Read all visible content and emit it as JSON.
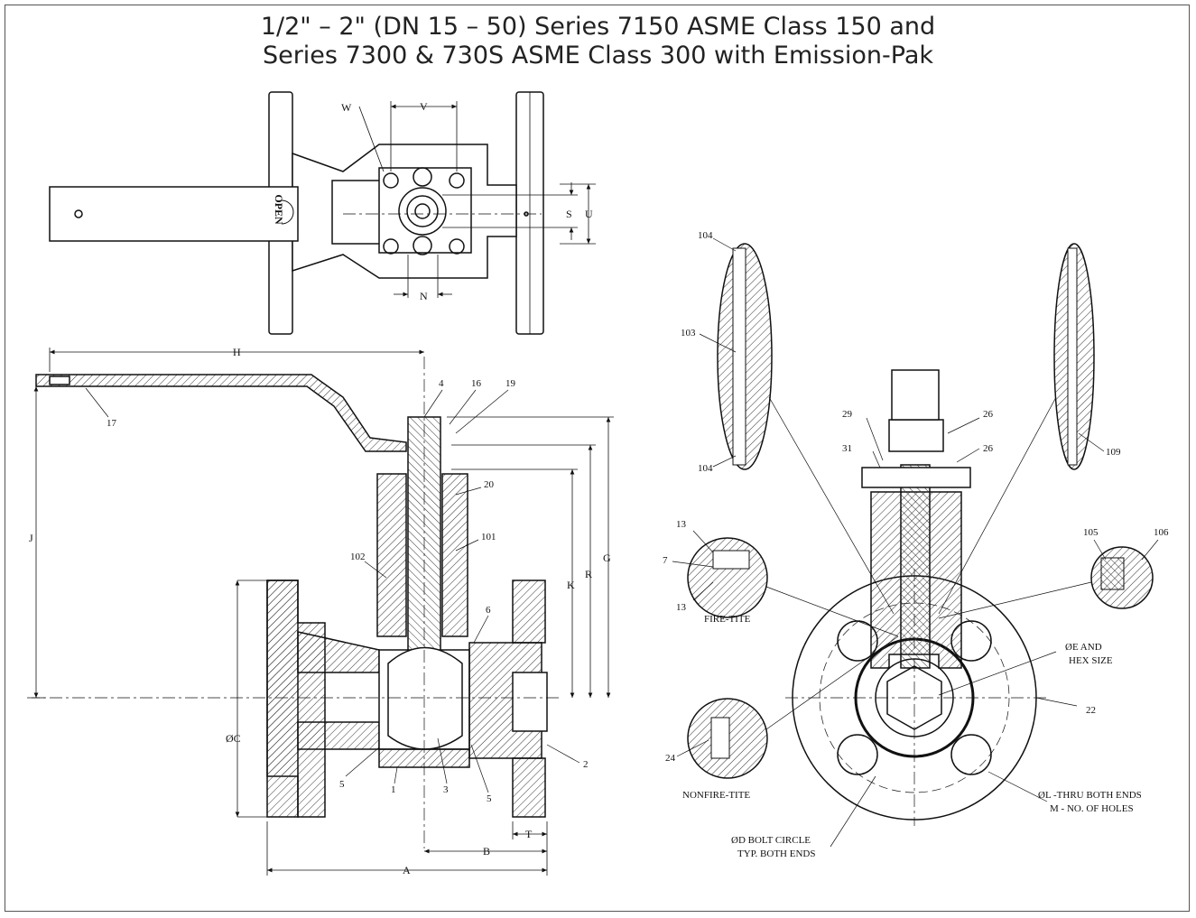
{
  "title": {
    "line1": "1/2\" – 2\" (DN 15 – 50) Series 7150 ASME Class 150 and",
    "line2": "Series 7300 & 730S ASME Class 300 with Emission-Pak"
  },
  "top_view": {
    "handle_text": "OPEN",
    "dims": {
      "w": "W",
      "v": "V",
      "s": "S",
      "u": "U",
      "n": "N"
    }
  },
  "section_view": {
    "dims": {
      "h": "H",
      "j": "J",
      "k": "K",
      "r": "R",
      "g": "G",
      "c": "ØC",
      "a": "A",
      "b": "B",
      "t": "T"
    },
    "parts": [
      "4",
      "16",
      "19",
      "17",
      "20",
      "101",
      "102",
      "6",
      "2",
      "5",
      "1",
      "3",
      "5"
    ]
  },
  "end_view": {
    "parts": {
      "p104a": "104",
      "p103": "103",
      "p104b": "104",
      "p109": "109",
      "p29": "29",
      "p26a": "26",
      "p31": "31",
      "p26b": "26",
      "p13a": "13",
      "p7": "7",
      "p13b": "13",
      "p105": "105",
      "p106": "106",
      "p22": "22",
      "p24": "24"
    },
    "details": {
      "fire_tite": "FIRE-TITE",
      "nonfire_tite": "NONFIRE-TITE"
    },
    "callouts": {
      "e_line1": "ØE AND",
      "e_line2": "HEX SIZE",
      "l_line1": "ØL -THRU BOTH ENDS",
      "l_line2": "M - NO. OF HOLES",
      "d_line1": "ØD BOLT CIRCLE",
      "d_line2": "TYP. BOTH ENDS"
    }
  },
  "colors": {
    "line": "#111111",
    "hatch": "#333333",
    "frame": "#555555"
  }
}
